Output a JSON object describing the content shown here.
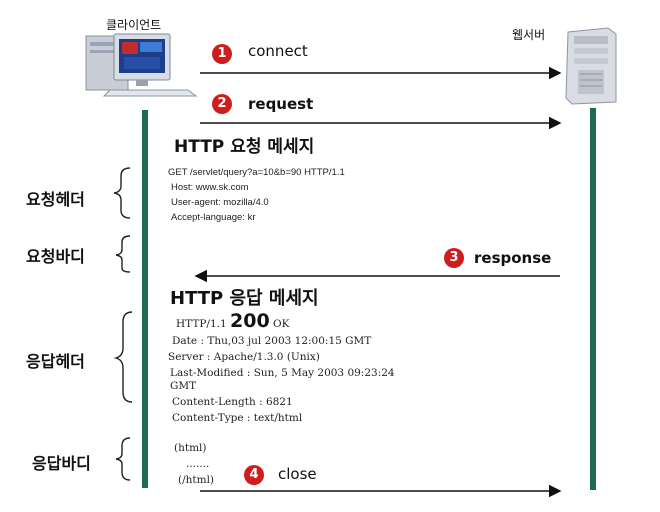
{
  "client": {
    "label": "클라이언트"
  },
  "server": {
    "label": "웹서버"
  },
  "steps": [
    {
      "num": "1",
      "label": "connect"
    },
    {
      "num": "2",
      "label": "request"
    },
    {
      "num": "3",
      "label": "response"
    },
    {
      "num": "4",
      "label": "close"
    }
  ],
  "request_message": {
    "title": "HTTP 요청 메세지",
    "lines": [
      "GET /servlet/query?a=10&b=90 HTTP/1.1",
      "Host:  www.sk.com",
      "User-agent: mozilla/4.0",
      "Accept-language: kr"
    ]
  },
  "response_message": {
    "title": "HTTP 응답 메세지",
    "status_prefix": "HTTP/1.1",
    "status_code": "200",
    "status_text": "OK",
    "lines": [
      "Date : Thu,03 jul 2003 12:00:15 GMT",
      "Server : Apache/1.3.0 (Unix)",
      "Last-Modified : Sun, 5 May 2003 09:23:24",
      "GMT",
      "Content-Length : 6821",
      "Content-Type : text/html"
    ],
    "body_lines": [
      "(html)",
      ".......",
      "(/html)"
    ]
  },
  "side_labels": {
    "request_header": "요청헤더",
    "request_body": "요청바디",
    "response_header": "응답헤더",
    "response_body": "응답바디"
  },
  "colors": {
    "lifeline": "#1d6b50",
    "step_circle": "#cc1e1e"
  }
}
